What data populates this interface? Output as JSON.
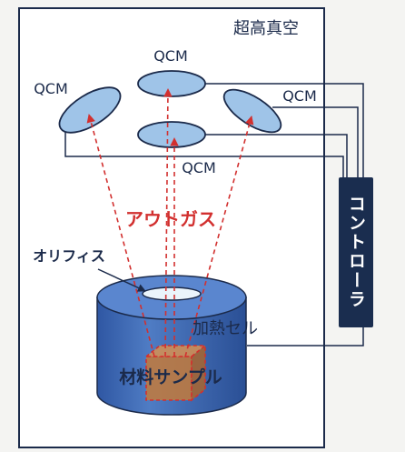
{
  "chamber": {
    "label": "超高真空"
  },
  "sensors": [
    {
      "label": "QCM"
    },
    {
      "label": "QCM"
    },
    {
      "label": "QCM"
    },
    {
      "label": "QCM"
    }
  ],
  "outgas": {
    "label": "アウトガス",
    "color": "#d2302f"
  },
  "orifice": {
    "label": "オリフィス"
  },
  "cell": {
    "label": "加熱セル",
    "color": "#3f68b2"
  },
  "sample": {
    "label": "材料サンプル",
    "color": "#c47a3a"
  },
  "controller": {
    "label": "コントローラ",
    "color": "#1a2d4f"
  },
  "colors": {
    "qcm_fill": "#9fc4e8",
    "line": "#1b2a4a"
  }
}
